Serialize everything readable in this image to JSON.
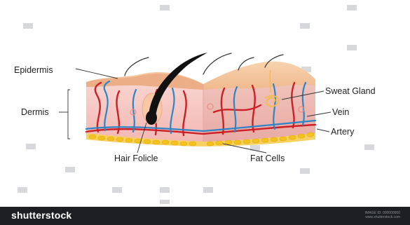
{
  "diagram": {
    "labels": {
      "epidermis": "Epidermis",
      "dermis": "Dermis",
      "hair_follicle": "Hair Folicle",
      "fat_cells": "Fat Cells",
      "sweat_gland": "Sweat Gland",
      "vein": "Vein",
      "artery": "Artery"
    },
    "colors": {
      "epidermis": "#f5c9a2",
      "dermis": "#f6c6c2",
      "artery": "#cc1f26",
      "vein": "#2f84c6",
      "fat": "#f1c419",
      "hair": "#111111",
      "sweat_gland": "#f2bd4a"
    }
  },
  "footer": {
    "brand": "shutterstock",
    "meta_line1": "IMAGE ID: 000000000",
    "meta_line2": "www.shutterstock.com"
  }
}
